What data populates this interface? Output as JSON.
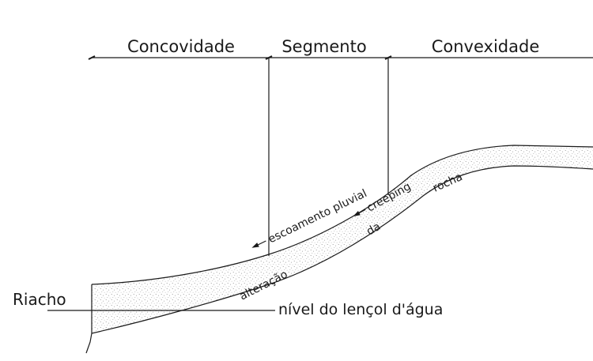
{
  "zones": {
    "concavity": "Concovidade",
    "segment": "Segmento",
    "convexity": "Convexidade"
  },
  "labels": {
    "stream": "Riacho",
    "water_table": "nível do lençol d'água",
    "rainfall_runoff": "escoamento pluvial",
    "creeping": "creeping",
    "rock_word": "rocha",
    "alteration_word": "alteração",
    "da_word": "da"
  },
  "colors": {
    "line": "#1a1a1a",
    "stipple": "#8a8a8a",
    "background": "#ffffff"
  }
}
